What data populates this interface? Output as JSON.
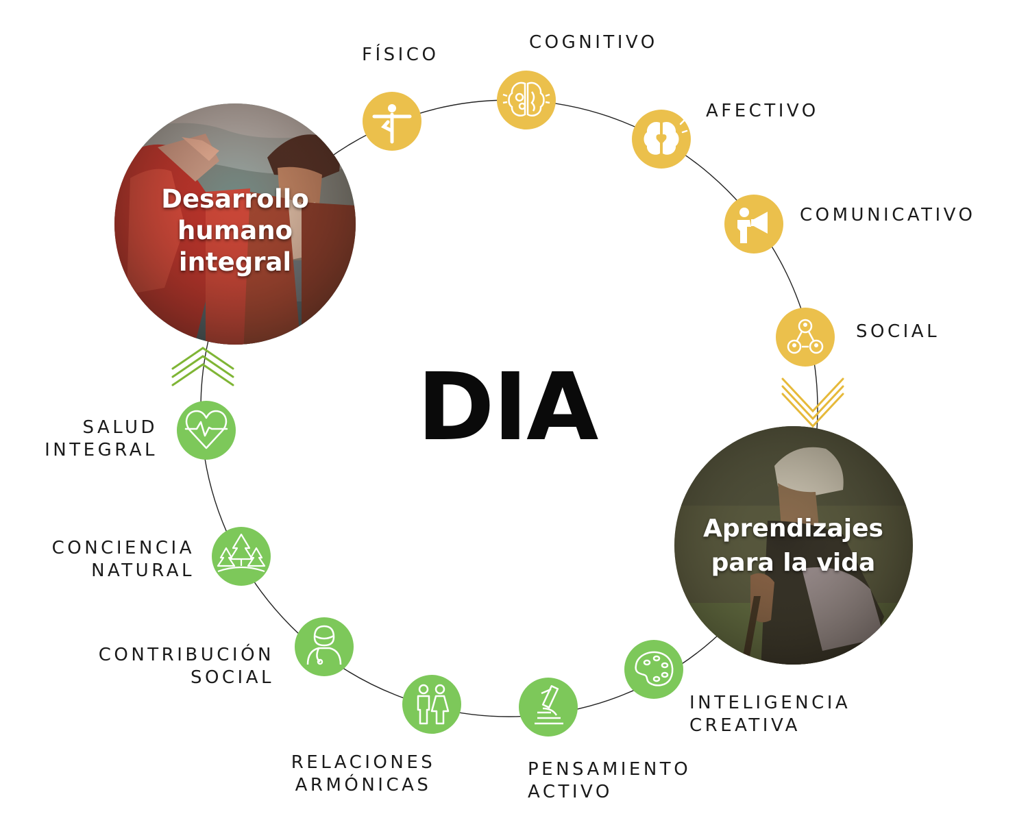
{
  "center_label": "DIA",
  "hubs": {
    "desarrollo": {
      "lines": [
        "Desarrollo",
        "humano",
        "integral"
      ]
    },
    "aprendizajes": {
      "lines": [
        "Aprendizajes",
        "para la vida"
      ]
    }
  },
  "colors": {
    "yellow": "#EBC04C",
    "green": "#7DC85A",
    "arrow_yellow": "#E6B93A",
    "arrow_green": "#7FB535",
    "ring": "#222222"
  },
  "dimensions": [
    {
      "id": "fisico",
      "lines": [
        "FÍSICO"
      ],
      "icon": "person-balance-icon"
    },
    {
      "id": "cognitivo",
      "lines": [
        "COGNITIVO"
      ],
      "icon": "brain-gears-icon"
    },
    {
      "id": "afectivo",
      "lines": [
        "AFECTIVO"
      ],
      "icon": "brain-heart-icon"
    },
    {
      "id": "comunicativo",
      "lines": [
        "COMUNICATIVO"
      ],
      "icon": "megaphone-person-icon"
    },
    {
      "id": "social",
      "lines": [
        "SOCIAL"
      ],
      "icon": "network-people-icon"
    }
  ],
  "learnings": [
    {
      "id": "inteligencia",
      "lines": [
        "INTELIGENCIA",
        "CREATIVA"
      ],
      "icon": "palette-icon"
    },
    {
      "id": "pensamiento",
      "lines": [
        "PENSAMIENTO",
        "ACTIVO"
      ],
      "icon": "microscope-icon"
    },
    {
      "id": "relaciones",
      "lines": [
        "RELACIONES",
        "ARMÓNICAS"
      ],
      "icon": "couple-icon"
    },
    {
      "id": "contribucion",
      "lines": [
        "CONTRIBUCIÓN",
        "SOCIAL"
      ],
      "icon": "nurse-icon"
    },
    {
      "id": "conciencia",
      "lines": [
        "CONCIENCIA",
        "NATURAL"
      ],
      "icon": "forest-icon"
    },
    {
      "id": "salud",
      "lines": [
        "SALUD",
        "INTEGRAL"
      ],
      "icon": "heart-pulse-icon"
    }
  ]
}
